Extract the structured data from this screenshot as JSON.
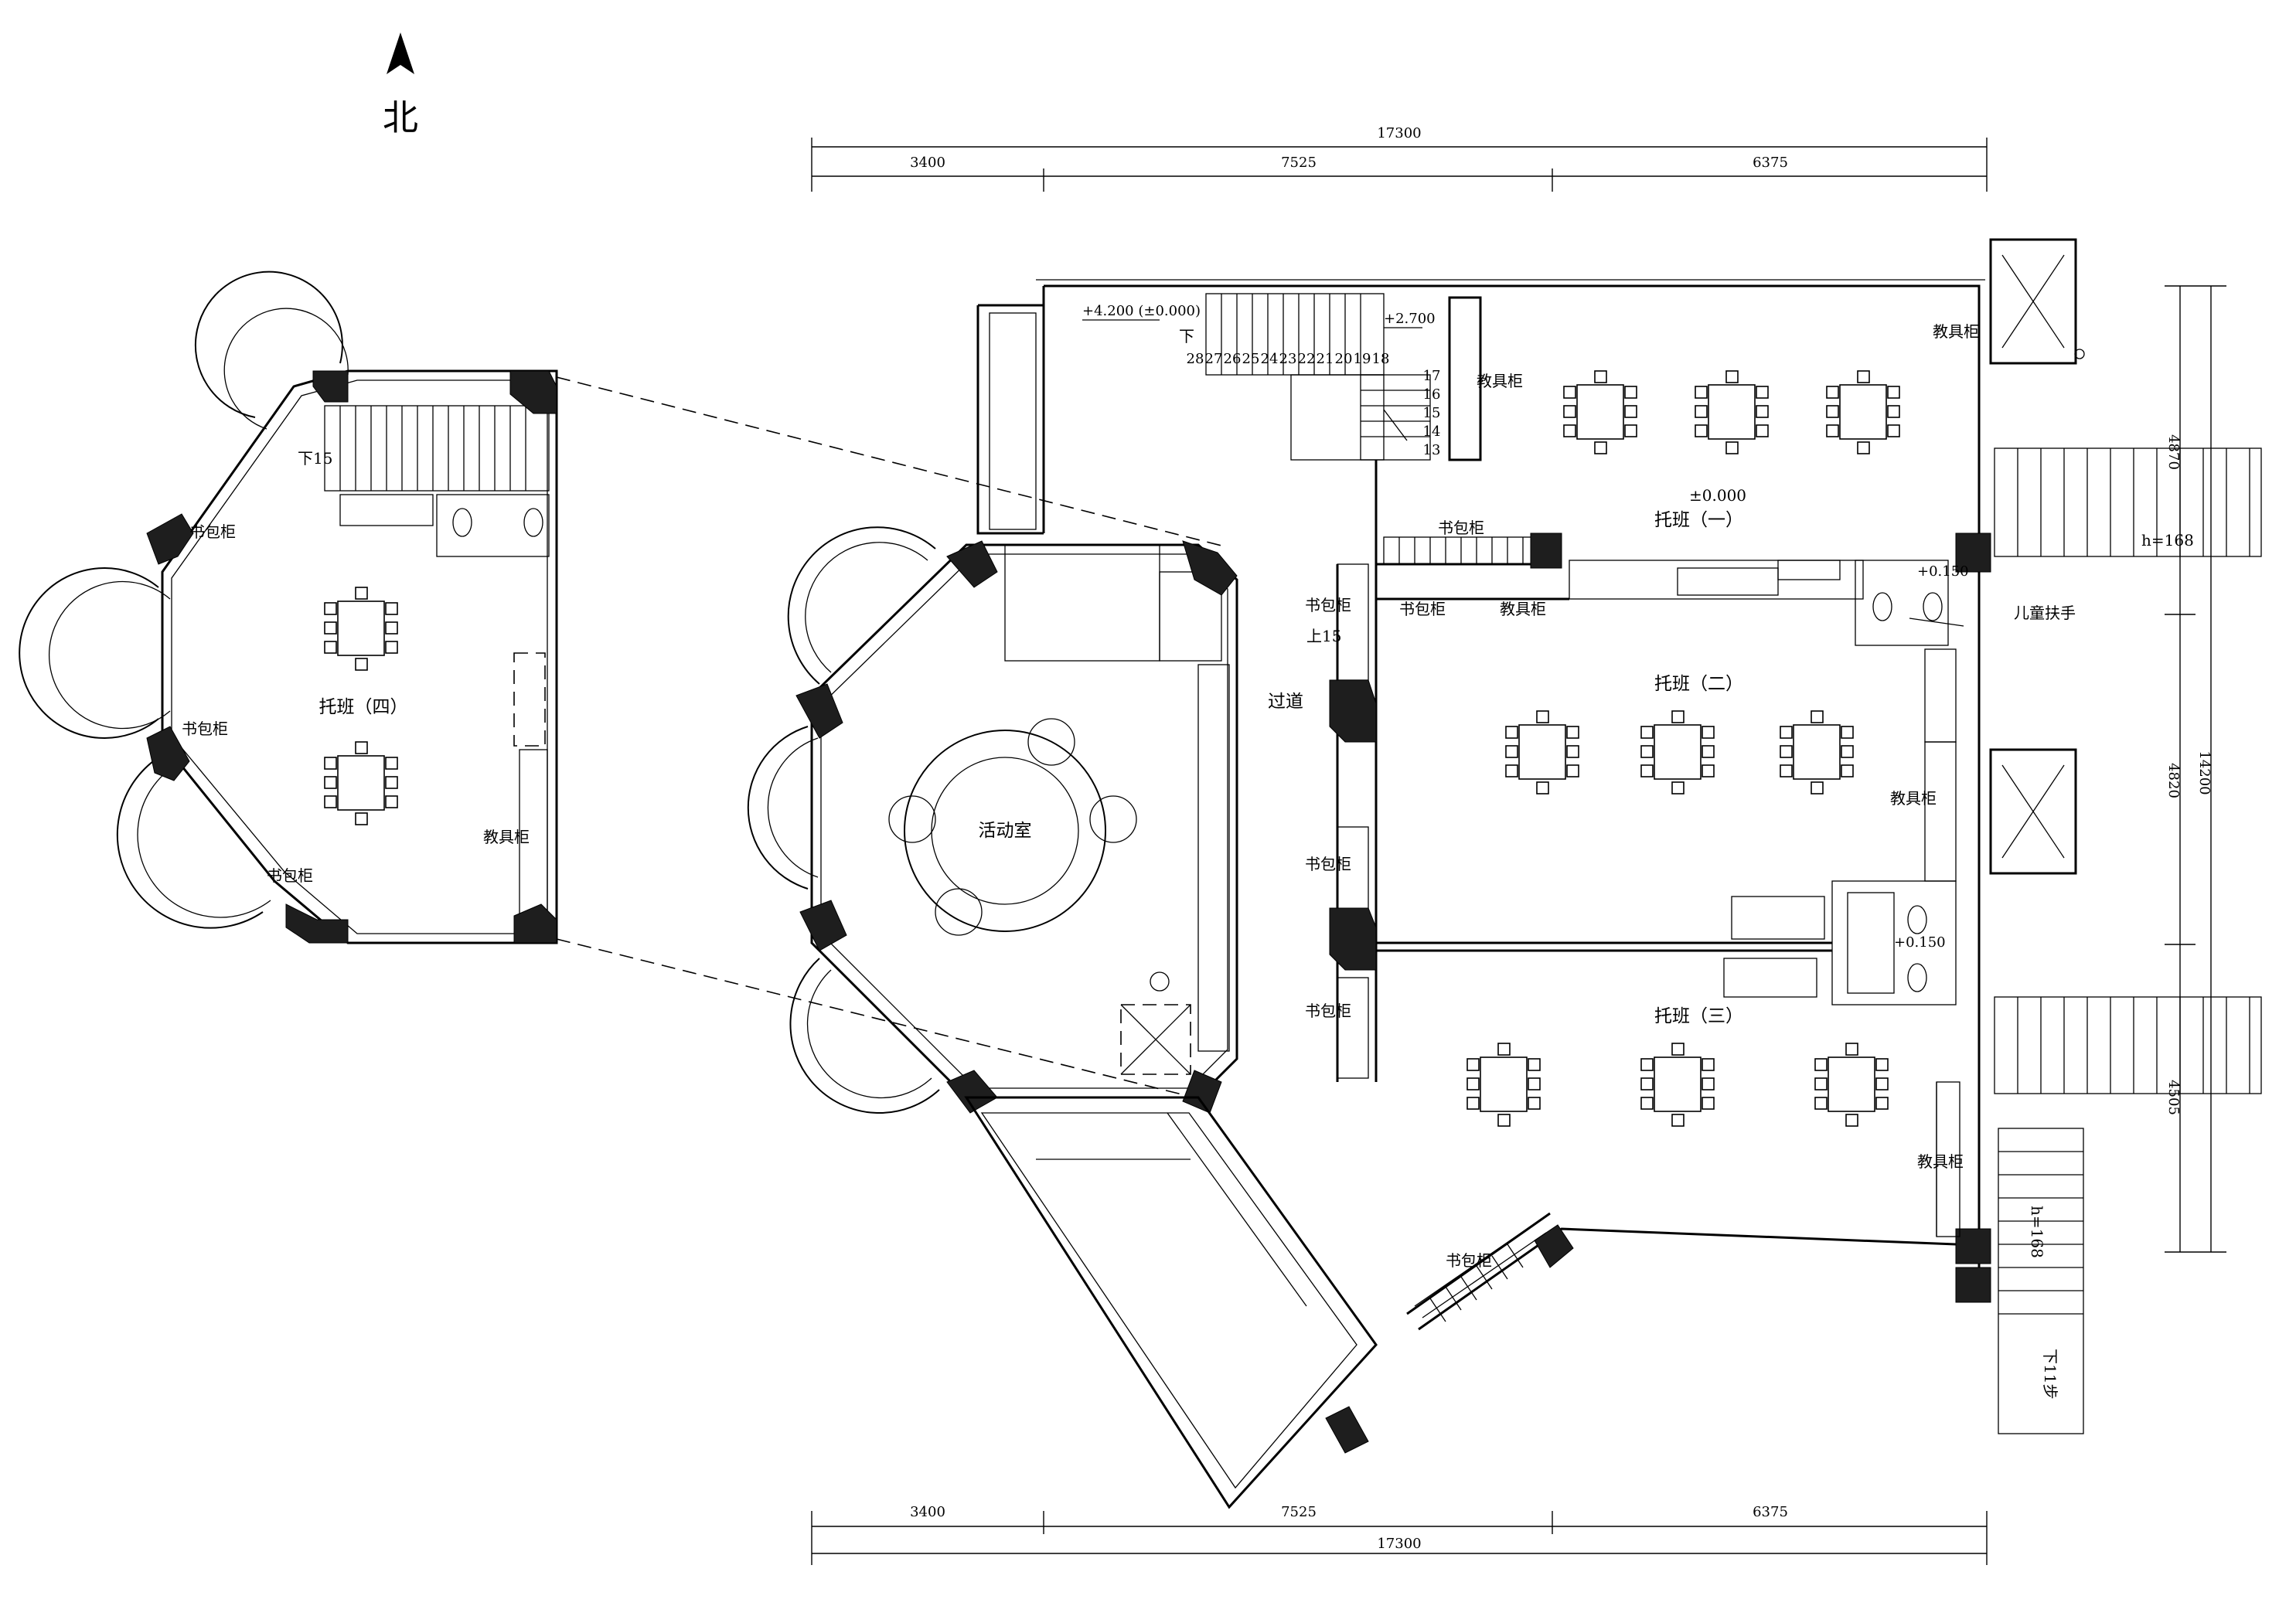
{
  "north": {
    "label": "北"
  },
  "dims": {
    "total": "17300",
    "seg1": "3400",
    "seg2": "7525",
    "seg3": "6375",
    "side_total": "14200",
    "side1": "4870",
    "side2": "4820",
    "side3": "4505"
  },
  "rooms": {
    "class1": "托班（一）",
    "class2": "托班（二）",
    "class3": "托班（三）",
    "class4": "托班（四）",
    "activity": "活动室",
    "corridor": "过道"
  },
  "labels": {
    "toy_cabinet": "教具柜",
    "bag_cabinet": "书包柜",
    "handrail": "儿童扶手",
    "up15": "上15",
    "down15": "下15",
    "down11": "下11步",
    "down": "下",
    "h168": "h=168",
    "lv_top": "+4.200 (±0.000)",
    "lv_mid": "+2.700",
    "lv_zero": "±0.000",
    "lv_150a": "+0.150",
    "lv_150b": "+0.150"
  },
  "stairs": {
    "top_numbers": [
      "28",
      "27",
      "26",
      "25",
      "24",
      "23",
      "22",
      "21",
      "20",
      "19",
      "18"
    ],
    "side_numbers": [
      "17",
      "16",
      "15",
      "14",
      "13"
    ]
  }
}
